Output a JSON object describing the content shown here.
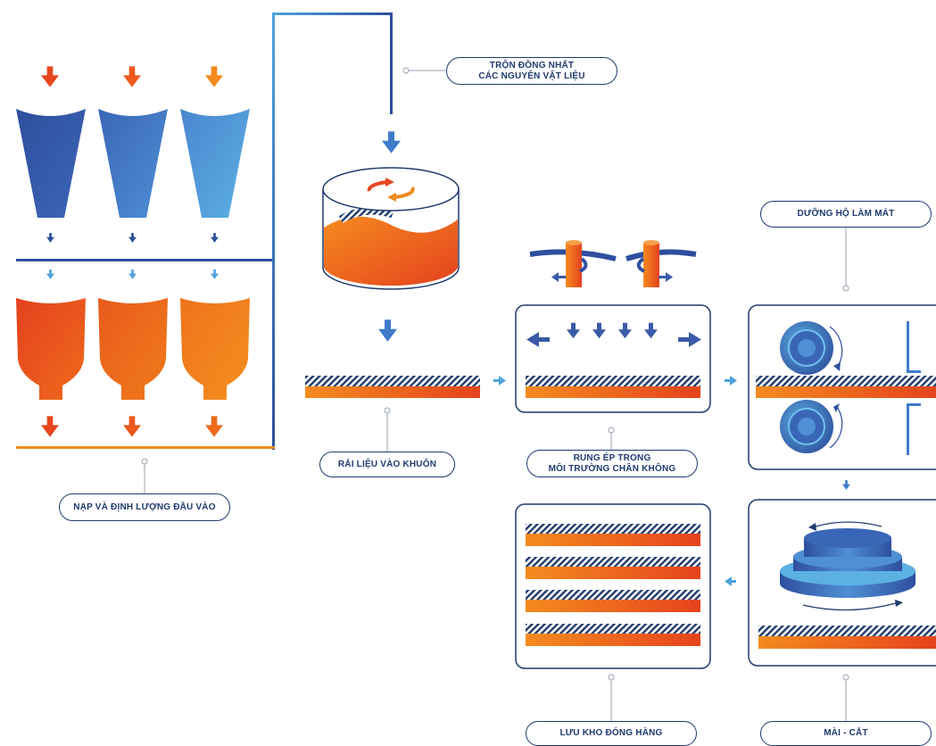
{
  "steps": {
    "feed": {
      "label": "NẠP VÀ ĐỊNH LƯỢNG ĐẦU VÀO"
    },
    "mix": {
      "line1": "TRỘN ĐỒNG NHẤT",
      "line2": "CÁC NGUYÊN VẬT LIỆU"
    },
    "spread": {
      "label": "RẢI LIỆU VÀO KHUÔN"
    },
    "vibrate": {
      "line1": "RUNG ÉP TRONG",
      "line2": "MÔI TRƯỜNG CHÂN KHÔNG"
    },
    "cure": {
      "label": "DƯỠNG HỘ LÀM MÁT"
    },
    "polish": {
      "label": "MÀI - CẮT"
    },
    "store": {
      "label": "LƯU KHO ĐÓNG HÀNG"
    }
  },
  "colors": {
    "navy": "#1f3a6e",
    "blue_dark": "#3a5aa8",
    "blue_mid": "#3f7bc9",
    "blue_light": "#4fa3dc",
    "orange_red": "#e8461e",
    "orange": "#ef6a1c",
    "orange_light": "#f58a1f"
  },
  "icons": [
    "arrow-down-icon",
    "funnel-icon",
    "silo-icon",
    "mixer-drum-icon",
    "rotate-icon",
    "roller-icon",
    "polishing-disc-icon",
    "slab-icon"
  ]
}
